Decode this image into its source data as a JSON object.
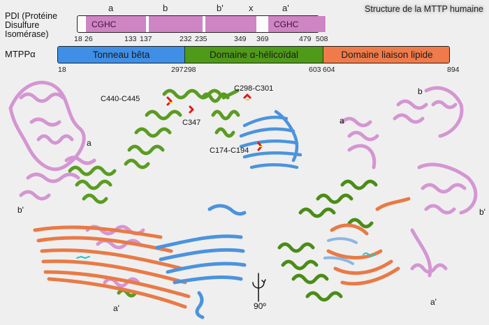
{
  "title": "Structure de la MTTP humaine",
  "pdi": {
    "label_lines": [
      "PDI (Protéine",
      "Disulfure",
      "Isomérase)"
    ],
    "domains": [
      {
        "name": "a",
        "start": 26,
        "end": 133,
        "motif": "CGHC"
      },
      {
        "name": "b",
        "start": 137,
        "end": 232,
        "motif": ""
      },
      {
        "name": "b'",
        "start": 235,
        "end": 349,
        "motif": ""
      },
      {
        "name": "x",
        "start": 349,
        "end": 369,
        "motif": ""
      },
      {
        "name": "a'",
        "start": 369,
        "end": 479,
        "motif": "CGHC"
      }
    ],
    "numbers": [
      "18",
      "26",
      "133",
      "137",
      "232",
      "235",
      "349",
      "369",
      "479",
      "508"
    ],
    "color": "#cf84c4"
  },
  "mtppa": {
    "label": "MTPPα",
    "domains": [
      {
        "name": "Tonneau bêta",
        "start": 18,
        "end": 297,
        "color": "#3f8fe6"
      },
      {
        "name": "Domaine α-hélicoïdal",
        "start": 298,
        "end": 603,
        "color": "#4f9a18"
      },
      {
        "name": "Domaine liaison lipide",
        "start": 604,
        "end": 894,
        "color": "#f07b4a"
      }
    ],
    "numbers": [
      "18",
      "297",
      "298",
      "603",
      "604",
      "894"
    ]
  },
  "structure_labels": {
    "disulfide_1": "C440-C445",
    "disulfide_2": "C298-C301",
    "cys_single": "C347",
    "disulfide_3": "C174-C194",
    "left_a": "a",
    "left_b_prime": "b'",
    "left_a_prime": "a'",
    "right_a": "a",
    "right_b": "b",
    "right_b_prime": "b'",
    "right_a_prime": "a'",
    "rotation": "90º"
  }
}
